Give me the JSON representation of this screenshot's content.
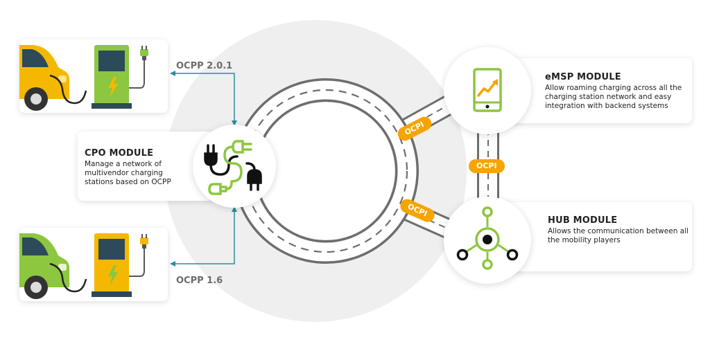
{
  "cpo": {
    "title": "CPO MODULE",
    "desc_lines": [
      "Manage a network of",
      "multivendor charging",
      "stations based on OCPP"
    ]
  },
  "emsp": {
    "title": "eMSP MODULE",
    "desc_lines": [
      "Allow roaming charging across all the",
      "charging station network and easy",
      "integration with backend systems"
    ]
  },
  "hub": {
    "title": "HUB MODULE",
    "desc_lines": [
      "Allows the communication between all",
      "the mobility players"
    ]
  },
  "protocols": {
    "top": "OCPP 2.0.1",
    "bottom": "OCPP 1.6",
    "ocpi_upper": "OCPI",
    "ocpi_middle": "OCPI",
    "ocpi_lower": "OCPI"
  },
  "icons": {
    "station_top": "ev-charging-station-green-icon",
    "station_bottom": "ev-charging-station-yellow-icon",
    "car_top": "yellow-car-icon",
    "car_bottom": "green-car-icon",
    "cpo": "charging-plugs-icon",
    "emsp": "tablet-chart-icon",
    "hub": "hub-network-icon"
  },
  "colors": {
    "green": "#8dc63f",
    "yellow": "#f5b800",
    "orange": "#f5a400",
    "teal": "#2a8c9c",
    "road": "#6d6d6d",
    "dark": "#222222"
  }
}
